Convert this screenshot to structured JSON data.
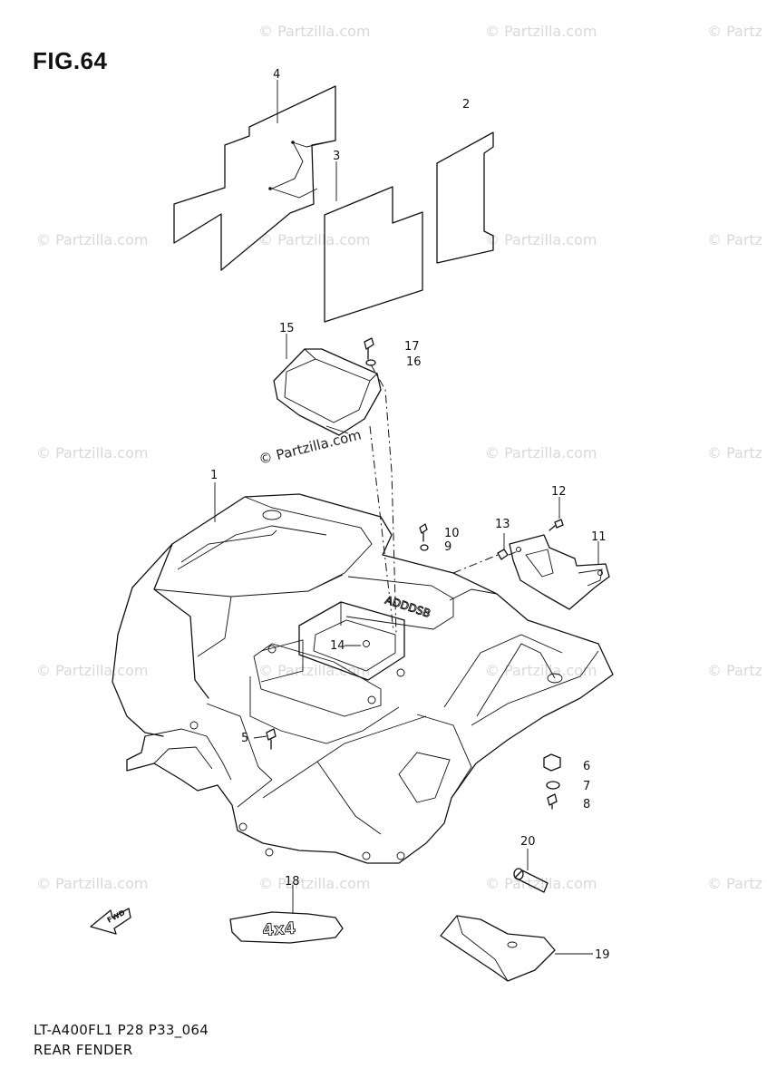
{
  "figure": {
    "title": "FIG.64",
    "model_code": "LT-A400FL1 P28 P33_064",
    "section_name": "REAR FENDER"
  },
  "watermark": {
    "text": "© Partzilla.com",
    "repeat_text": "© Partzilla.com",
    "edge_text": "© Partz"
  },
  "callouts": [
    "1",
    "2",
    "3",
    "4",
    "5",
    "6",
    "7",
    "8",
    "9",
    "10",
    "11",
    "12",
    "13",
    "14",
    "15",
    "16",
    "17",
    "18",
    "19",
    "20"
  ],
  "emblem": {
    "text": "FWD"
  },
  "decal": {
    "text": "4x4"
  }
}
